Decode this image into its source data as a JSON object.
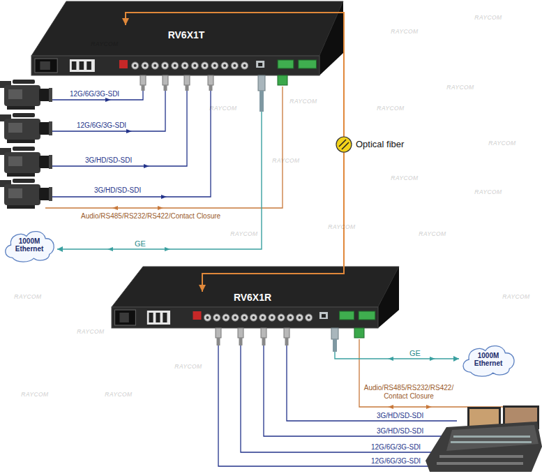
{
  "diagram": {
    "nodes": [
      {
        "text": [
          "RV6X1T"
        ]
      },
      {
        "text": [
          "1000M Ethernet"
        ]
      },
      {
        "text": [
          "RV6X1R"
        ]
      },
      {
        "text": [
          "1000M Ethernet"
        ]
      }
    ],
    "edges": [
      {
        "from": 0,
        "to": 2,
        "arrow": "both",
        "label": "Optical fiber"
      },
      {
        "from": 1,
        "to": 0,
        "arrow": "both",
        "label": "GE"
      },
      {
        "from": 2,
        "to": 3,
        "arrow": "both",
        "label": "GE"
      }
    ],
    "labels": [
      "12G/6G/3G-SDI",
      "12G/6G/3G-SDI",
      "3G/HD/SD-SDI",
      "3G/HD/SD-SDI",
      "Audio/RS485/RS232/RS422/Contact Closure",
      "Audio/RS485/RS232/RS422/ Contact Closure",
      "3G/HD/SD-SDI",
      "3G/HD/SD-SDI",
      "12G/6G/3G-SDI",
      "12G/6G/3G-SDI",
      "RAYCOM",
      "RAYCOM",
      "RAYCOM",
      "RAYCOM",
      "RAYCOM",
      "RAYCOM",
      "RAYCOM",
      "RAYCOM",
      "RAYCOM",
      "RAYCOM",
      "RAYCOM",
      "RAYCOM",
      "RAYCOM",
      "RAYCOM",
      "RAYCOM",
      "RAYCOM",
      "RAYCOM",
      "RAYCOM",
      "RAYCOM",
      "RAYCOM"
    ]
  }
}
